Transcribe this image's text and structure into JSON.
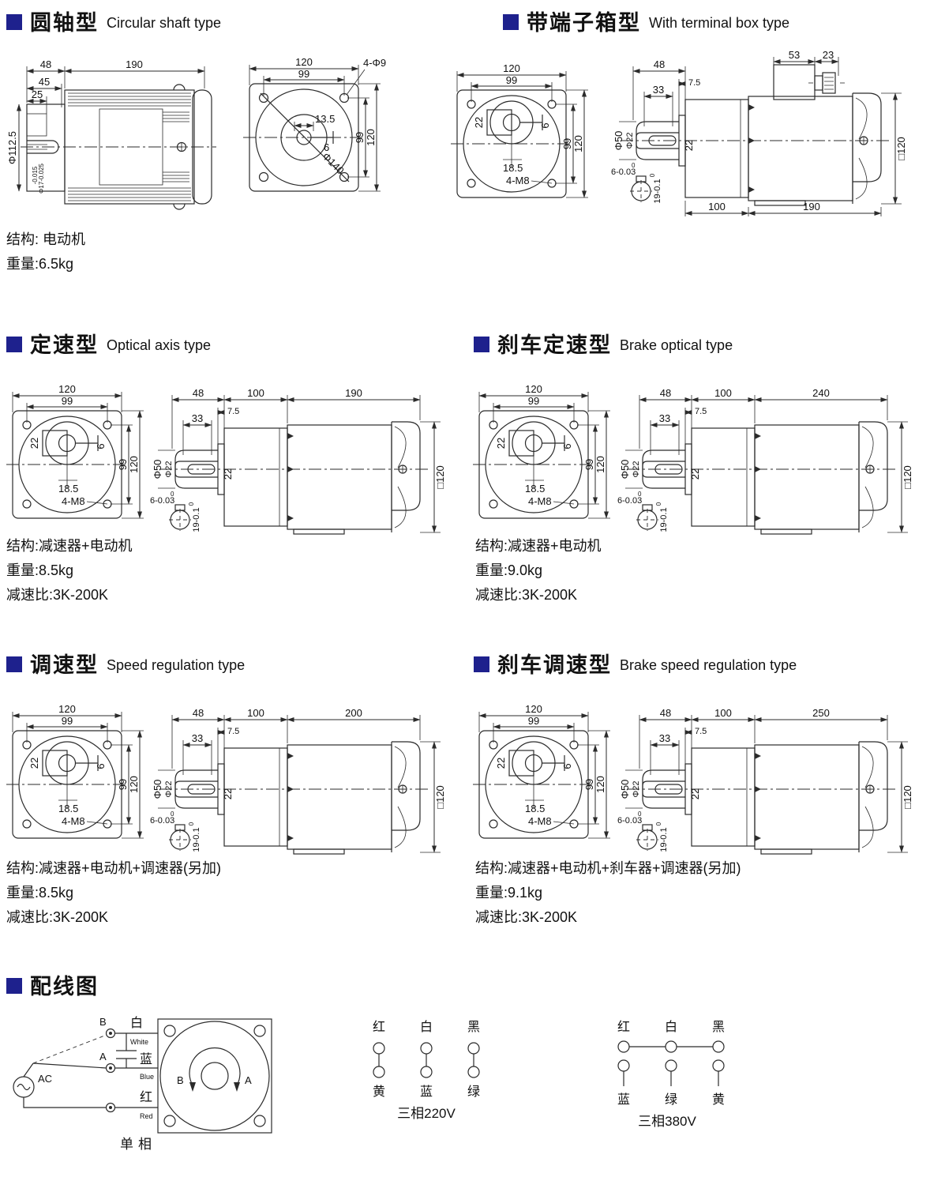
{
  "accent": "#1e218d",
  "headers": {
    "circular": {
      "zh": "圆轴型",
      "en": "Circular shaft type"
    },
    "terminal": {
      "zh": "带端子箱型",
      "en": "With terminal box type"
    },
    "optical": {
      "zh": "定速型",
      "en": "Optical axis type"
    },
    "brake_optical": {
      "zh": "刹车定速型",
      "en": "Brake optical type"
    },
    "speed": {
      "zh": "调速型",
      "en": "Speed regulation type"
    },
    "brake_speed": {
      "zh": "刹车调速型",
      "en": "Brake speed regulation type"
    },
    "wiring": {
      "zh": "配线图",
      "en": ""
    }
  },
  "specs": {
    "circular": [
      "结构: 电动机",
      "重量:6.5kg"
    ],
    "optical": [
      "结构:减速器+电动机",
      "重量:8.5kg",
      "减速比:3K-200K"
    ],
    "brake_optical": [
      "结构:减速器+电动机",
      "重量:9.0kg",
      "减速比:3K-200K"
    ],
    "speed": [
      "结构:减速器+电动机+调速器(另加)",
      "重量:8.5kg",
      "减速比:3K-200K"
    ],
    "brake_speed": [
      "结构:减速器+电动机+刹车器+调速器(另加)",
      "重量:9.1kg",
      "减速比:3K-200K"
    ]
  },
  "drawings": {
    "front_circular": {
      "w": "120",
      "w2": "99",
      "holes": "4-Φ9",
      "key_w": "13.5",
      "key_h": "6",
      "h2": "99",
      "h": "120",
      "dia": "Φ140"
    },
    "front_geared": {
      "w": "120",
      "w2": "99",
      "d22": "22",
      "d6": "6",
      "h2": "99",
      "h": "120",
      "d185": "18.5",
      "m8": "4-M8"
    },
    "side_circular": {
      "d48": "48",
      "body": "190",
      "d45": "45",
      "d25": "25",
      "dia": "Φ112.5",
      "tol_a": "-0.015",
      "tol_b": "Φ17-0.025"
    },
    "side_geared": {
      "d48": "48",
      "d75": "7.5",
      "d33": "33",
      "dia50": "Φ50",
      "dia22": "Φ22",
      "d22": "22",
      "gear": "100",
      "sq": "□120",
      "t6": "6-0.03",
      "t6_sup": "0",
      "t19": "19-0.1",
      "t19_sup": "0"
    },
    "side_terminal": {
      "d53": "53",
      "d23": "23"
    },
    "bodies": {
      "terminal": "190",
      "optical": "190",
      "brake_optical": "240",
      "speed": "200",
      "brake_speed": "250"
    }
  },
  "wiring": {
    "single": {
      "b": "B",
      "a": "A",
      "ac": "AC",
      "white_zh": "白",
      "white_en": "White",
      "blue_zh": "蓝",
      "blue_en": "Blue",
      "red_zh": "红",
      "red_en": "Red",
      "motor_b": "B",
      "motor_a": "A",
      "caption": "单相"
    },
    "t220": {
      "top": [
        "红",
        "白",
        "黑"
      ],
      "bottom": [
        "黄",
        "蓝",
        "绿"
      ],
      "caption": "三相220V"
    },
    "t380": {
      "top": [
        "红",
        "白",
        "黑"
      ],
      "bottom": [
        "蓝",
        "绿",
        "黄"
      ],
      "caption": "三相380V"
    }
  }
}
